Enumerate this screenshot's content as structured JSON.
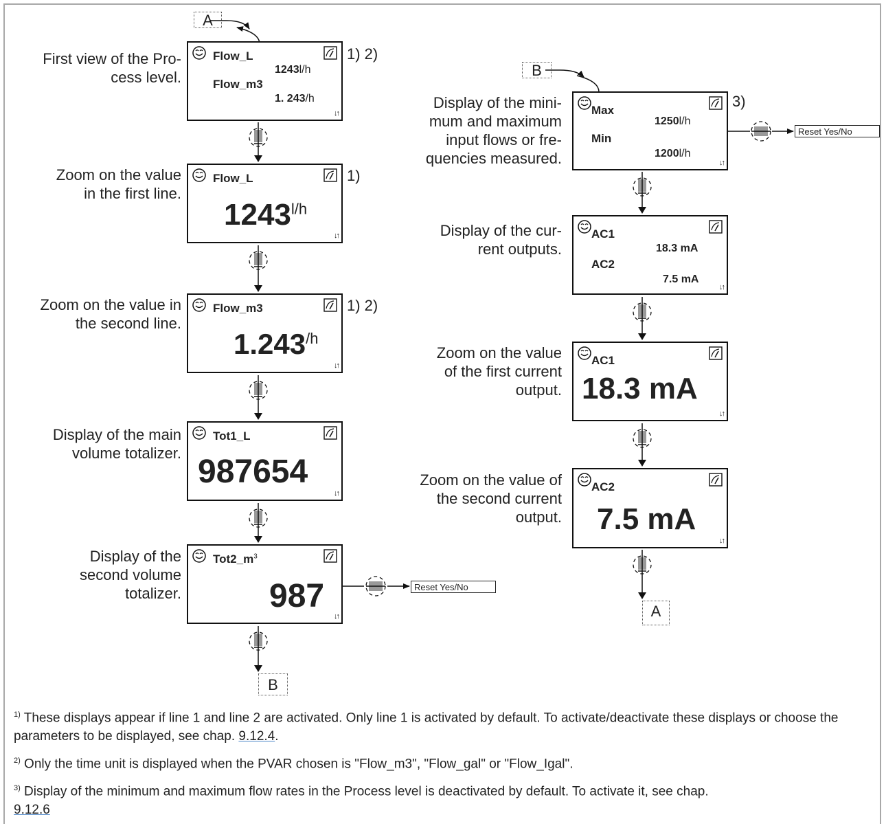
{
  "labels": {
    "A": "A",
    "B": "B",
    "A_end": "A",
    "B_end": "B"
  },
  "footnote_marks": {
    "m12": "1) 2)",
    "m1": "1)",
    "m12b": "1) 2)",
    "m3": "3)"
  },
  "descriptions": {
    "first_view": "First view of the Pro-\ncess level.",
    "zoom_first": "Zoom on the value\nin the first line.",
    "zoom_second": "Zoom on the value in\nthe second line.",
    "main_tot": "Display of the main\nvolume totalizer.",
    "second_tot": "Display of the\nsecond volume\ntotalizer.",
    "minmax": "Display of the mini-\nmum and maximum\ninput flows or fre-\nquencies measured.",
    "current_out": "Display of the cur-\nrent outputs.",
    "zoom_ac1": "Zoom on the value\nof the first current\noutput.",
    "zoom_ac2": "Zoom on the value of\nthe second current\noutput."
  },
  "screens": {
    "s1": {
      "title": "Flow_L",
      "val1": "1243",
      "unit1": "l/h",
      "title2": "Flow_m3",
      "val2": "1. 243",
      "unit2": "/h"
    },
    "s2": {
      "title": "Flow_L",
      "value": "1243",
      "unit": "l/h"
    },
    "s3": {
      "title": "Flow_m3",
      "value": "1.243",
      "unit": "/h"
    },
    "s4": {
      "title": "Tot1_L",
      "value": "987654"
    },
    "s5": {
      "title": "Tot2_m",
      "title_sup": "3",
      "value": "987"
    },
    "s6": {
      "title": "Max",
      "title2": "Min",
      "val1": "1250",
      "unit1": "l/h",
      "val2": "1200",
      "unit2": "l/h"
    },
    "s7": {
      "title": "AC1",
      "title2": "AC2",
      "val1": "18.3 mA",
      "val2": "7.5 mA"
    },
    "s8": {
      "title": "AC1",
      "value": "18.3 mA"
    },
    "s9": {
      "title": "AC2",
      "value": "7.5 mA"
    }
  },
  "arrows_glyph": "↓↑",
  "reset_label": "Reset Yes/No",
  "footnotes": {
    "f1_mark": "1)",
    "f1_text": " These displays appear if line 1 and line 2 are activated. Only line 1 is activated by default. To activate/deactivate these displays or choose the parameters to be displayed, see chap. ",
    "f1_link": "9.12.4",
    "f1_end": ".",
    "f2_mark": "2)",
    "f2_text": " Only the time unit is displayed when the PVAR chosen is \"Flow_m3\", \"Flow_gal\" or \"Flow_Igal\".",
    "f3_mark": "3)",
    "f3_text": " Display of the minimum and maximum flow rates in the Process level is deactivated by default. To activate it, see chap.",
    "f3_link": "9.12.6"
  }
}
